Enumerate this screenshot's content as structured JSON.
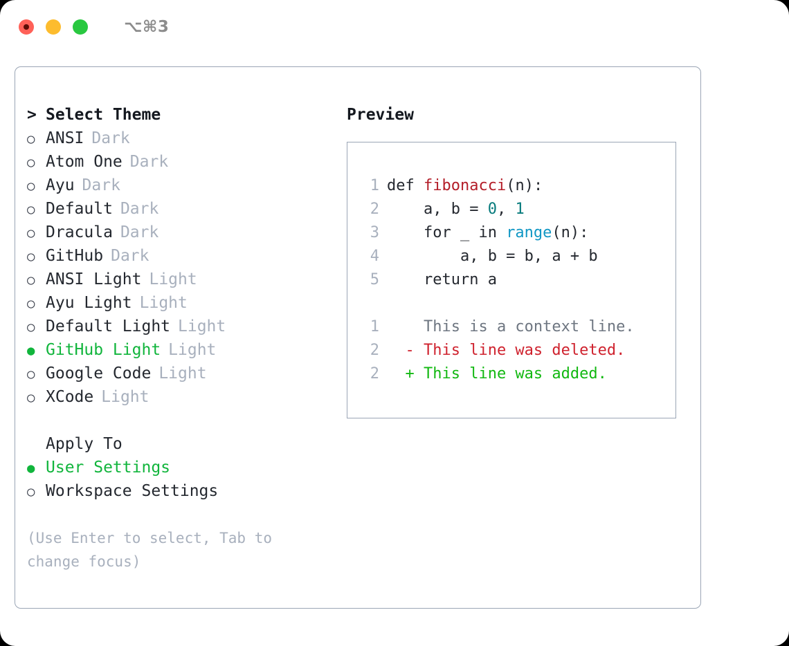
{
  "window": {
    "shortcut_title": "⌥⌘3",
    "traffic_lights": [
      "close-red",
      "minimize-yellow",
      "maximize-green"
    ]
  },
  "theme_picker": {
    "caret": ">",
    "heading": "Select Theme",
    "bullet_unselected": "○",
    "bullet_selected": "●",
    "items": [
      {
        "name": "ANSI",
        "variant": "Dark",
        "selected": false
      },
      {
        "name": "Atom One",
        "variant": "Dark",
        "selected": false
      },
      {
        "name": "Ayu",
        "variant": "Dark",
        "selected": false
      },
      {
        "name": "Default",
        "variant": "Dark",
        "selected": false
      },
      {
        "name": "Dracula",
        "variant": "Dark",
        "selected": false
      },
      {
        "name": "GitHub",
        "variant": "Dark",
        "selected": false
      },
      {
        "name": "ANSI Light",
        "variant": "Light",
        "selected": false
      },
      {
        "name": "Ayu Light",
        "variant": "Light",
        "selected": false
      },
      {
        "name": "Default Light",
        "variant": "Light",
        "selected": false
      },
      {
        "name": "GitHub Light",
        "variant": "Light",
        "selected": true
      },
      {
        "name": "Google Code",
        "variant": "Light",
        "selected": false
      },
      {
        "name": "XCode",
        "variant": "Light",
        "selected": false
      }
    ]
  },
  "apply_to": {
    "heading": "Apply To",
    "options": [
      {
        "label": "User Settings",
        "selected": true
      },
      {
        "label": "Workspace Settings",
        "selected": false
      }
    ]
  },
  "hint": {
    "text": "(Use Enter to select, Tab to change focus)"
  },
  "preview": {
    "heading": "Preview",
    "code_lines": [
      {
        "no": "1",
        "tokens": [
          {
            "t": "def ",
            "c": "plain"
          },
          {
            "t": "fibonacci",
            "c": "fn"
          },
          {
            "t": "(n):",
            "c": "plain"
          }
        ]
      },
      {
        "no": "2",
        "tokens": [
          {
            "t": "    a, b = ",
            "c": "plain"
          },
          {
            "t": "0",
            "c": "num"
          },
          {
            "t": ", ",
            "c": "plain"
          },
          {
            "t": "1",
            "c": "num"
          }
        ]
      },
      {
        "no": "3",
        "tokens": [
          {
            "t": "    for _ in ",
            "c": "plain"
          },
          {
            "t": "range",
            "c": "builtin"
          },
          {
            "t": "(n):",
            "c": "plain"
          }
        ]
      },
      {
        "no": "4",
        "tokens": [
          {
            "t": "        a, b = b, a + b",
            "c": "plain"
          }
        ]
      },
      {
        "no": "5",
        "tokens": [
          {
            "t": "    return a",
            "c": "plain"
          }
        ]
      }
    ],
    "diff_lines": [
      {
        "no": "1",
        "marker": "  ",
        "text": "This is a context line.",
        "kind": "context"
      },
      {
        "no": "2",
        "marker": "- ",
        "text": "This line was deleted.",
        "kind": "deleted"
      },
      {
        "no": "2",
        "marker": "+ ",
        "text": "This line was added.",
        "kind": "added"
      }
    ]
  },
  "colors": {
    "selected_green": "#11b53c",
    "muted_gray": "#a8b0bd",
    "border": "#9aa5b5",
    "diff_delete": "#cf222e",
    "diff_add": "#12b811",
    "syntax_function": "#b31d28",
    "syntax_number": "#067a7c",
    "syntax_builtin": "#1097c4"
  }
}
